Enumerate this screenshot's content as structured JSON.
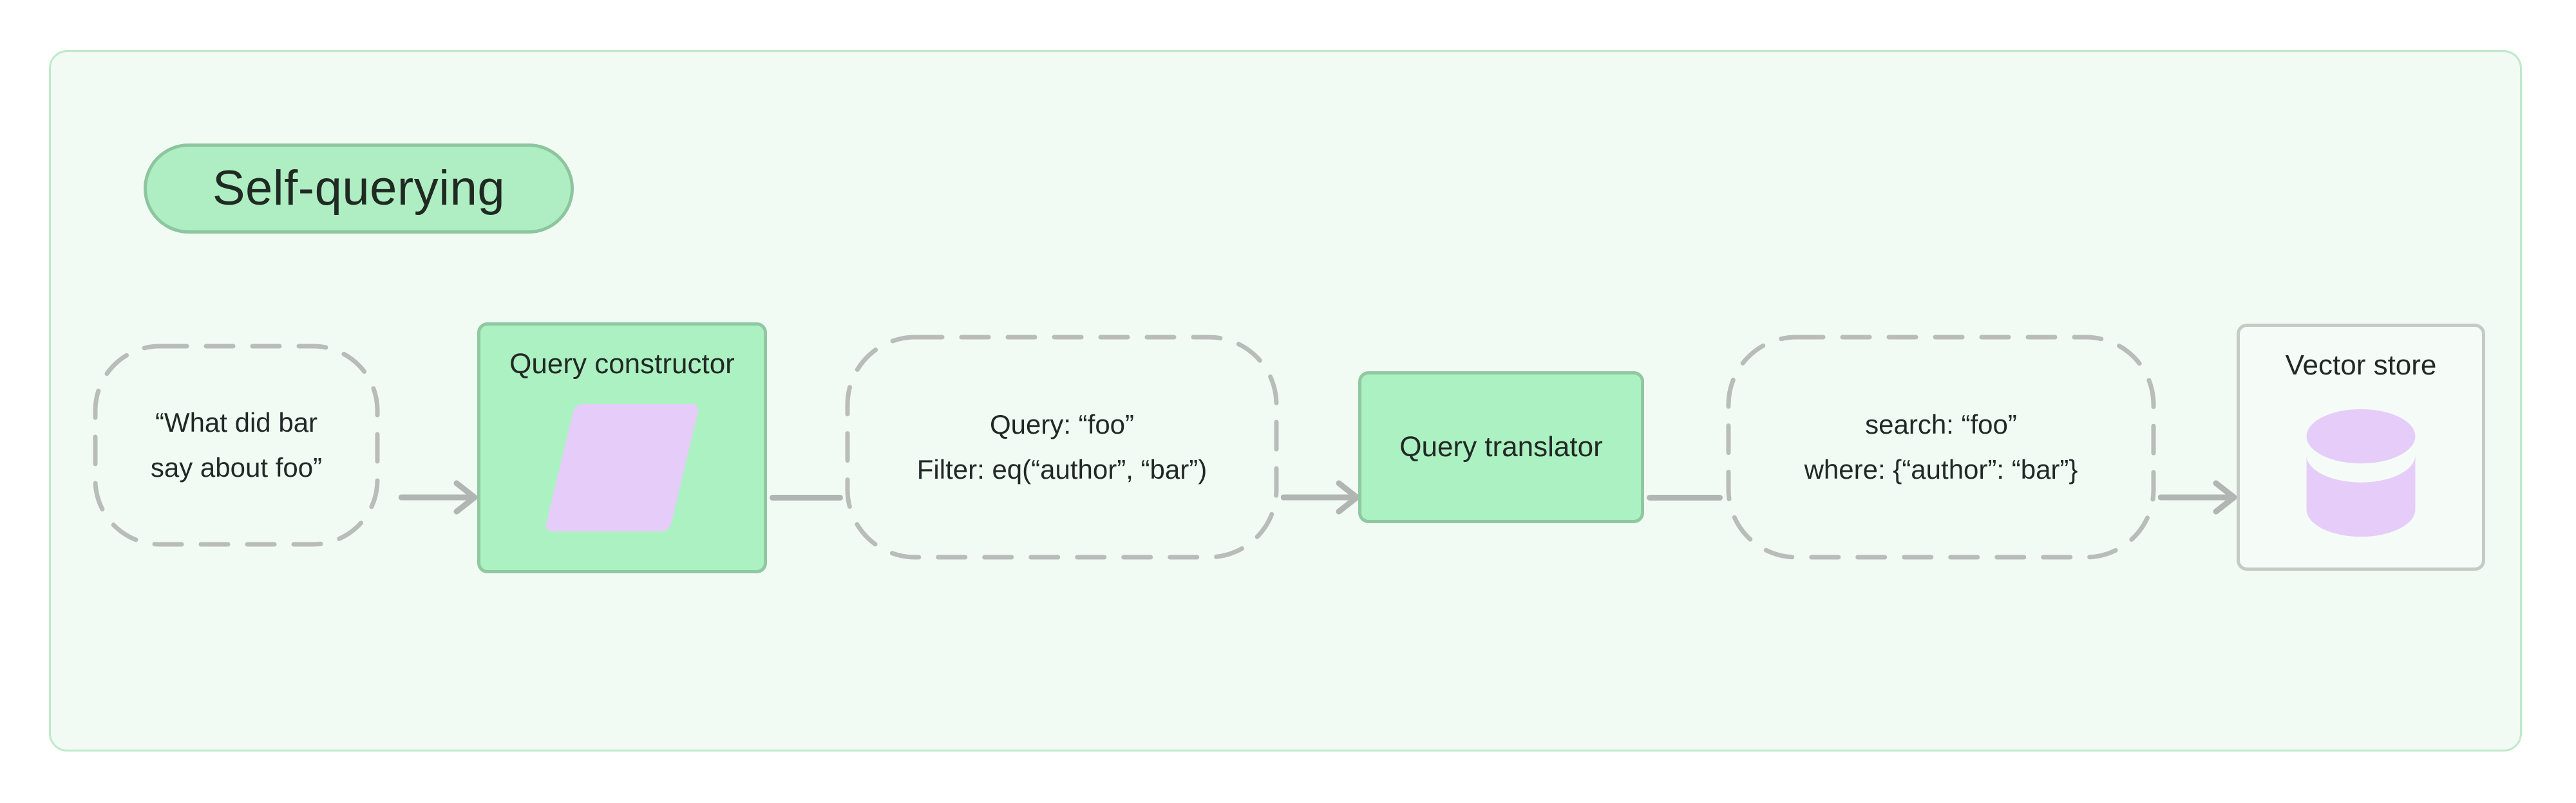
{
  "title_badge": "Self-querying",
  "nodes": {
    "user_query": {
      "line1": "“What did bar",
      "line2": "say about foo”"
    },
    "query_constructor": {
      "title": "Query constructor"
    },
    "structured_query": {
      "line1": "Query: “foo”",
      "line2": "Filter: eq(“author”, “bar”)"
    },
    "query_translator": {
      "title": "Query translator"
    },
    "translated_query": {
      "line1": "search: “foo”",
      "line2": "where: {“author”: “bar”}"
    },
    "vector_store": {
      "title": "Vector store"
    }
  },
  "colors": {
    "page_bg": "#ffffff",
    "canvas_bg": "#f1faf3",
    "canvas_border": "#c0e9cb",
    "green_fill": "#acf1c1",
    "green_border": "#8fc8a1",
    "badge_fill": "#aeeec2",
    "badge_border": "#8cc59e",
    "purple": "#e6cdf9",
    "dashed_stroke": "#b9bcb9",
    "connector": "#b2b6b2",
    "gray_border": "#c5cac6",
    "vector_store_fill": "#f5fcf7",
    "text": "#222826"
  }
}
